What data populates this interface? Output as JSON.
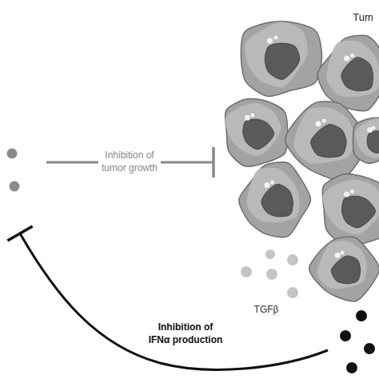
{
  "diagram": {
    "labels": [
      "Tum",
      "Inhibition of tumor growth",
      "TGFβ",
      "Inhibition of IFNα production"
    ]
  }
}
